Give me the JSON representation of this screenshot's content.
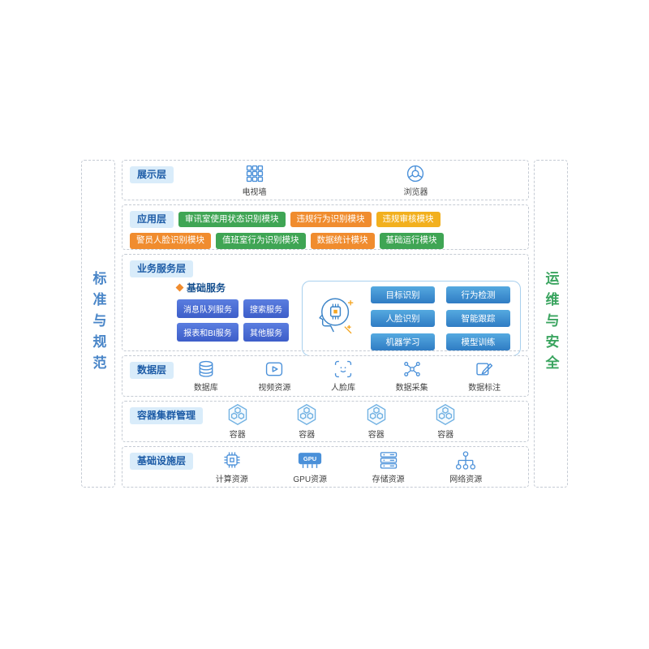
{
  "colors": {
    "layer_label_bg": "#d9ecfa",
    "layer_label_text": "#1c5ba6",
    "dashed_border": "#c5cbd4",
    "module_green": "#3fa554",
    "module_orange": "#f08c2e",
    "module_yellow": "#f2b01e",
    "service_chip_blue": "#4c6ed3",
    "ai_chip_blue": "#3f97d9",
    "icon_blue": "#4a90d9",
    "sidebar_left_text": "#4a86c8",
    "sidebar_right_text": "#3aa45f"
  },
  "sidebar_left": {
    "label": "标准与规范"
  },
  "sidebar_right": {
    "label": "运维与安全"
  },
  "presentation": {
    "title": "展示层",
    "items": [
      {
        "label": "电视墙",
        "icon": "tv-wall-icon"
      },
      {
        "label": "浏览器",
        "icon": "browser-icon"
      }
    ]
  },
  "application": {
    "title": "应用层",
    "modules": [
      {
        "label": "审讯室使用状态识别模块",
        "color": "green"
      },
      {
        "label": "违规行为识别模块",
        "color": "orange"
      },
      {
        "label": "违规审核模块",
        "color": "yellow"
      },
      {
        "label": "警员人脸识别模块",
        "color": "orange"
      },
      {
        "label": "值班室行为识别模块",
        "color": "green"
      },
      {
        "label": "数据统计模块",
        "color": "orange"
      },
      {
        "label": "基础运行模块",
        "color": "green"
      }
    ]
  },
  "business": {
    "title": "业务服务层",
    "basic_title": "基础服务",
    "basic_services": [
      {
        "label": "消息队列服务"
      },
      {
        "label": "搜索服务"
      },
      {
        "label": "报表和BI服务"
      },
      {
        "label": "其他服务"
      }
    ],
    "ai_services": [
      {
        "label": "目标识别"
      },
      {
        "label": "行为检测"
      },
      {
        "label": "人脸识别"
      },
      {
        "label": "智能跟踪"
      },
      {
        "label": "机器学习"
      },
      {
        "label": "模型训练"
      }
    ]
  },
  "data_layer": {
    "title": "数据层",
    "items": [
      {
        "label": "数据库",
        "icon": "database-icon"
      },
      {
        "label": "视频资源",
        "icon": "video-icon"
      },
      {
        "label": "人脸库",
        "icon": "face-icon"
      },
      {
        "label": "数据采集",
        "icon": "collect-icon"
      },
      {
        "label": "数据标注",
        "icon": "annotate-icon"
      }
    ]
  },
  "container_layer": {
    "title": "容器集群管理",
    "items": [
      {
        "label": "容器"
      },
      {
        "label": "容器"
      },
      {
        "label": "容器"
      },
      {
        "label": "容器"
      }
    ]
  },
  "infrastructure": {
    "title": "基础设施层",
    "gpu_chip_text": "GPU",
    "items": [
      {
        "label": "计算资源",
        "icon": "cpu-icon"
      },
      {
        "label": "GPU资源",
        "icon": "gpu-icon"
      },
      {
        "label": "存储资源",
        "icon": "storage-icon"
      },
      {
        "label": "网络资源",
        "icon": "network-icon"
      }
    ]
  }
}
